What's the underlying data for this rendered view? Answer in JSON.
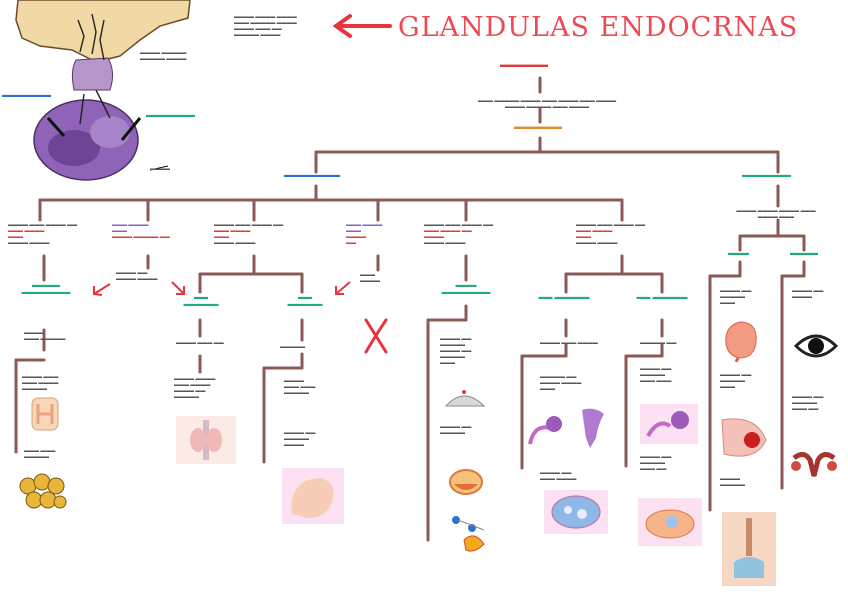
{
  "title": "GLANDULAS ENDOCRNAS",
  "colors": {
    "title": "#ee4a55",
    "connector": "#8b5a55",
    "red_label": "#e03a3a",
    "blue_label": "#2f6fd0",
    "green_label": "#1fae7a",
    "orange_label": "#e08a2f"
  },
  "icons": [
    "pituitary-gland-illustration",
    "red-arrow",
    "kidney-illustration",
    "adipose-cells-illustration",
    "thyroid-illustration",
    "breast-illustration",
    "cross-out-mark",
    "uterus-illustration",
    "ovary-follicle-illustration",
    "adrenal-gland-illustration",
    "sperm-illustration",
    "eye-illustration",
    "female-reproductive-illustration",
    "spine-bone-illustration"
  ]
}
